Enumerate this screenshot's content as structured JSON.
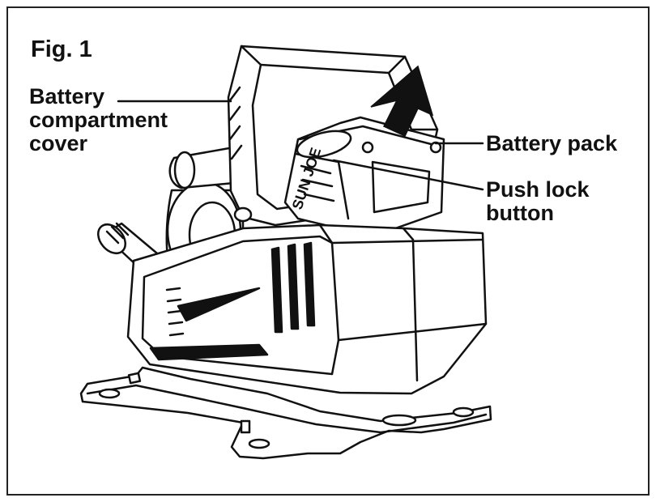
{
  "figure": {
    "title": "Fig. 1",
    "labels": {
      "cover": [
        "Battery",
        "compartment",
        "cover"
      ],
      "battery_pack": "Battery pack",
      "push_lock": [
        "Push lock",
        "button"
      ]
    },
    "brand_text": "SUN JOE",
    "colors": {
      "line": "#111111",
      "fill": "#ffffff",
      "dark": "#111111"
    }
  }
}
